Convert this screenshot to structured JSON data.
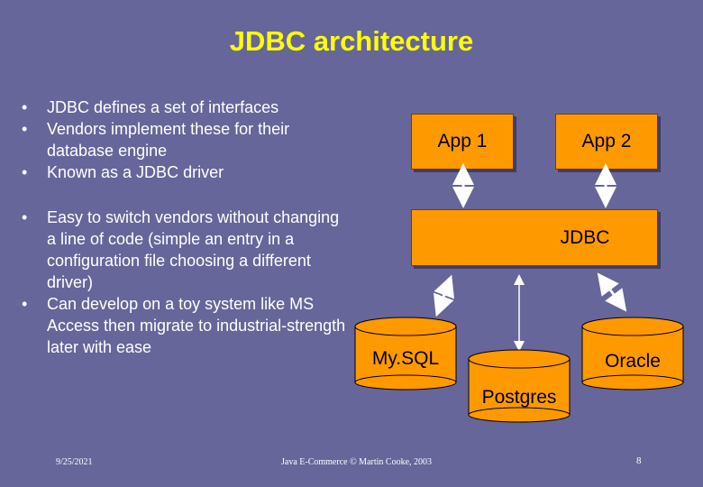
{
  "title": "JDBC architecture",
  "bullets_group1": [
    "JDBC defines a set of interfaces",
    "Vendors implement these for their database engine",
    "Known as a JDBC driver"
  ],
  "bullets_group2": [
    "Easy to switch vendors without changing a line of code (simple an entry in a configuration file choosing a different driver)",
    "Can develop on a toy system like MS Access then migrate to industrial-strength later with ease"
  ],
  "diagram": {
    "app1": "App 1",
    "app2": "App 2",
    "jdbc": "JDBC",
    "db_mysql": "My.SQL",
    "db_postgres": "Postgres",
    "db_oracle": "Oracle",
    "colors": {
      "box_fill": "#ff9900",
      "background": "#66669a",
      "title": "#ffff00"
    }
  },
  "footer": {
    "date": "9/25/2021",
    "credit": "Java E-Commerce © Martin Cooke, 2003",
    "page": "8"
  }
}
